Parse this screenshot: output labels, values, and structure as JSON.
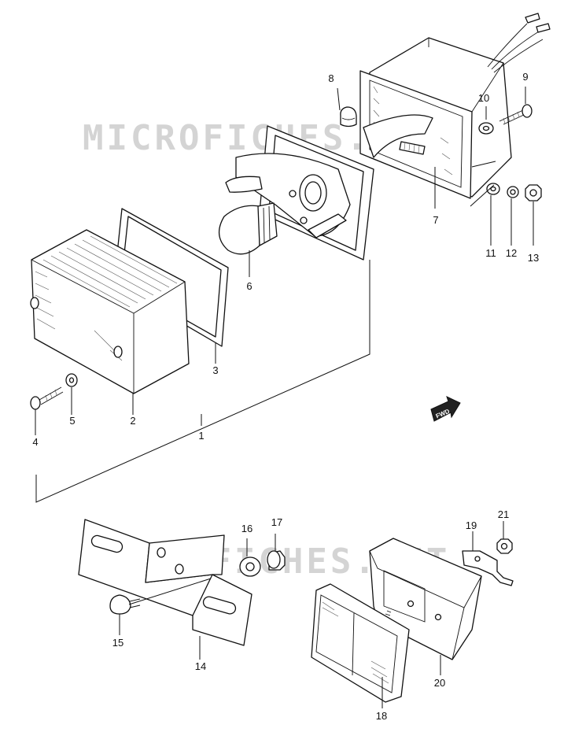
{
  "watermark": "MICROFICHES.NET",
  "fwd_label": "FWD",
  "callouts": [
    {
      "id": "c1",
      "label": "1"
    },
    {
      "id": "c2",
      "label": "2"
    },
    {
      "id": "c3",
      "label": "3"
    },
    {
      "id": "c4",
      "label": "4"
    },
    {
      "id": "c5",
      "label": "5"
    },
    {
      "id": "c6",
      "label": "6"
    },
    {
      "id": "c7",
      "label": "7"
    },
    {
      "id": "c8",
      "label": "8"
    },
    {
      "id": "c9",
      "label": "9"
    },
    {
      "id": "c10",
      "label": "10"
    },
    {
      "id": "c11",
      "label": "11"
    },
    {
      "id": "c12",
      "label": "12"
    },
    {
      "id": "c13",
      "label": "13"
    },
    {
      "id": "c14",
      "label": "14"
    },
    {
      "id": "c15",
      "label": "15"
    },
    {
      "id": "c16",
      "label": "16"
    },
    {
      "id": "c17",
      "label": "17"
    },
    {
      "id": "c18",
      "label": "18"
    },
    {
      "id": "c19",
      "label": "19"
    },
    {
      "id": "c20",
      "label": "20"
    },
    {
      "id": "c21",
      "label": "21"
    }
  ]
}
